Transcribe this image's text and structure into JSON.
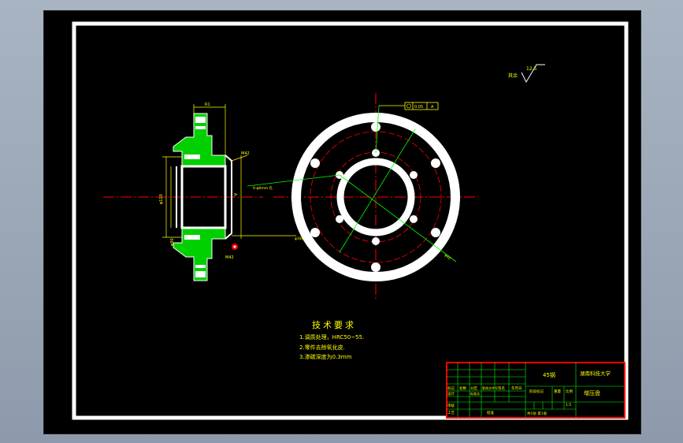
{
  "colors": {
    "background": "#000000",
    "frame": "#ffffff",
    "section": "#00ff00",
    "dimension": "#ffff00",
    "centerline": "#ff0000",
    "leader": "#00ff00"
  },
  "roughness": {
    "symbol_value": "12.5",
    "prefix": "其余"
  },
  "tolerance_frame": {
    "value": "0.05",
    "datum": "A"
  },
  "tech_requirements": {
    "title": "技术要求",
    "items": [
      "1.调质处理，HRC50~55.",
      "2.零件去除氧化皮.",
      "3.渗碳深度为0.3mm"
    ]
  },
  "title_block": {
    "material": "45钢",
    "school": "湖南科技大学",
    "part_name": "增压盘",
    "stage_label": "阶段标记",
    "weight_label": "重量",
    "scale_label": "比例",
    "scale_value": "1:5",
    "sheet_label": "共1张 第1张",
    "row_labels": [
      "标记",
      "处数",
      "分区",
      "更改文件号",
      "签名",
      "年月日"
    ],
    "left_labels": [
      "设计",
      "审核",
      "工艺"
    ],
    "approve_label": "批准",
    "std_label": "标准化"
  }
}
